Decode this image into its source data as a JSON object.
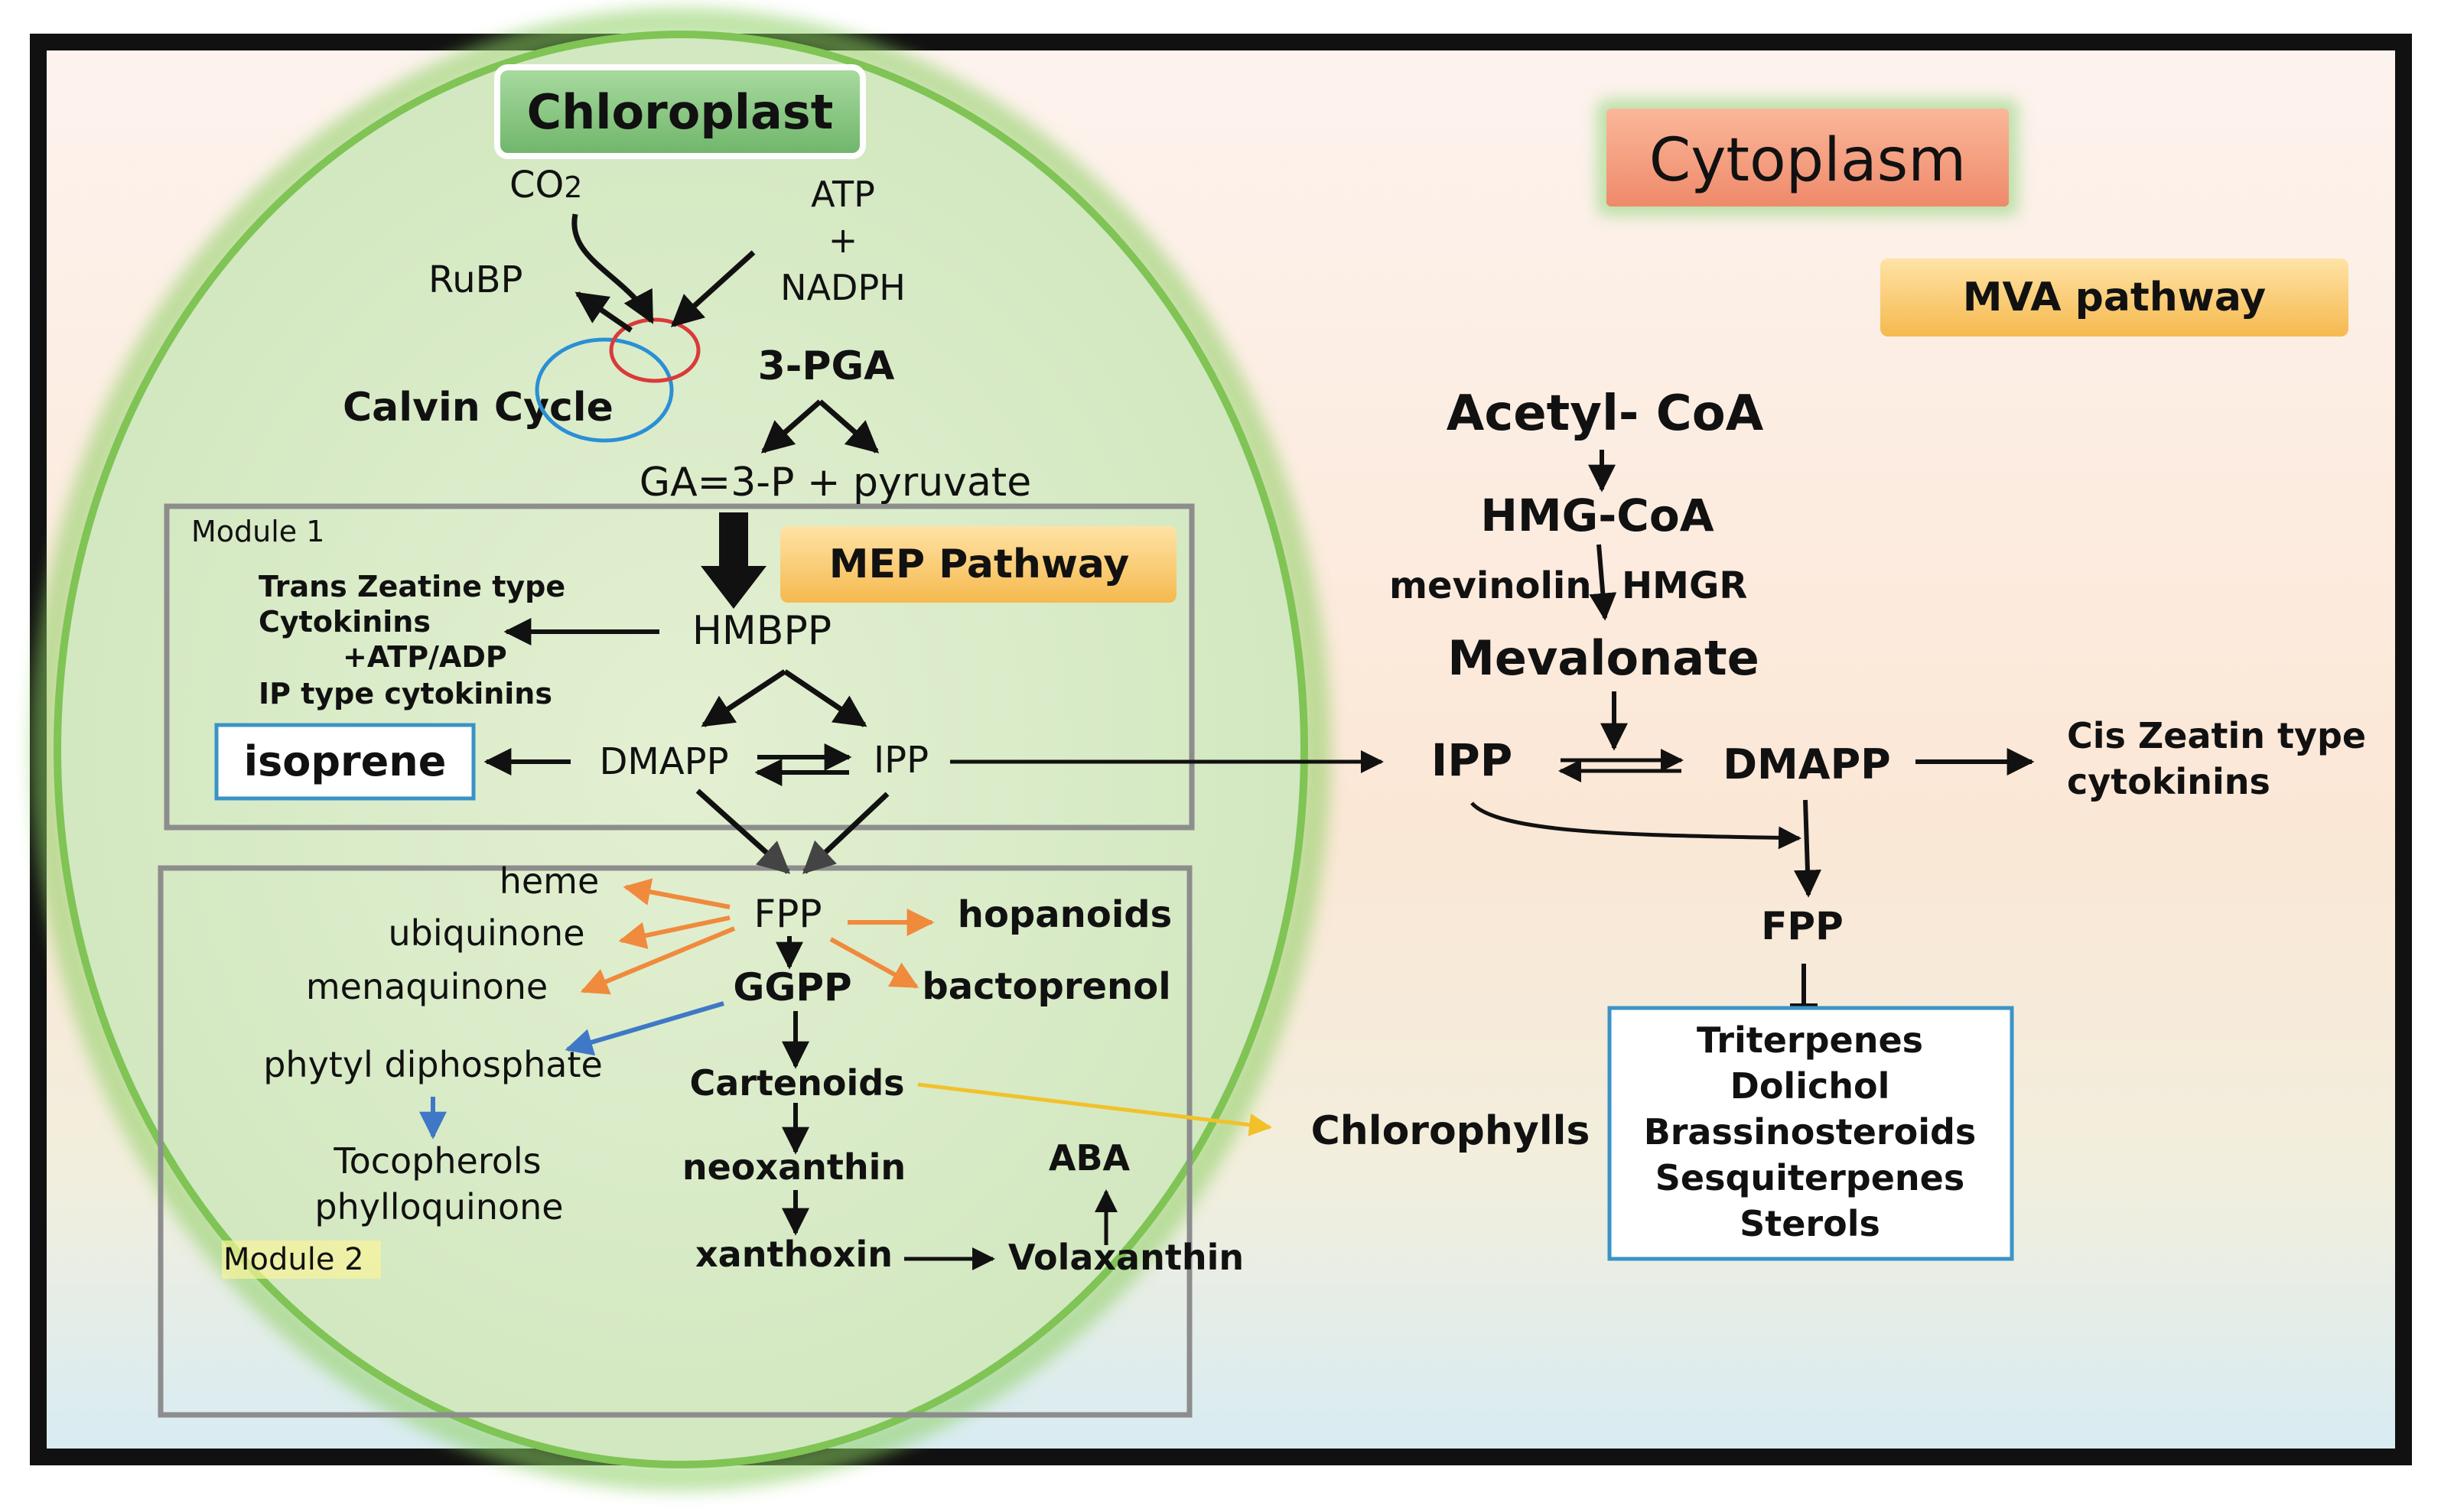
{
  "chloroplast": {
    "title": "Chloroplast",
    "co2": "CO",
    "co2_sub": "2",
    "atp": "ATP",
    "plus": "+",
    "nadph": "NADPH",
    "rubp": "RuBP",
    "calvin": "Calvin Cycle",
    "pga": "3-PGA",
    "ga3p": "GA=3-P + pyruvate"
  },
  "module1": {
    "label": "Module 1",
    "pathway": "MEP Pathway",
    "hmbpp": "HMBPP",
    "cyto_lines": [
      "Trans Zeatine type",
      "Cytokinins",
      "+ATP/ADP",
      "IP type cytokinins"
    ],
    "isoprene": "isoprene",
    "dmapp": "DMAPP",
    "ipp": "IPP"
  },
  "module2": {
    "label": "Module 2",
    "heme": "heme",
    "ubiquinone": "ubiquinone",
    "menaquinone": "menaquinone",
    "fpp": "FPP",
    "hopanoids": "hopanoids",
    "bactoprenol": "bactoprenol",
    "ggpp": "GGPP",
    "phytyl": "phytyl diphosphate",
    "tocopherols": "Tocopherols",
    "phylloquinone": "phylloquinone",
    "cartenoids": "Cartenoids",
    "neoxanthin": "neoxanthin",
    "xanthoxin": "xanthoxin",
    "volaxanthin": "Volaxanthin",
    "aba": "ABA"
  },
  "cytoplasm": {
    "title": "Cytoplasm",
    "pathway": "MVA pathway",
    "acetyl": "Acetyl- CoA",
    "hmgcoa": "HMG-CoA",
    "mevinolin": "mevinolin",
    "hmgr": "HMGR",
    "mevalonate": "Mevalonate",
    "ipp": "IPP",
    "dmapp": "DMAPP",
    "cis_lines": [
      "Cis Zeatin type",
      "cytokinins"
    ],
    "fpp": "FPP",
    "chlorophylls": "Chlorophylls",
    "products": [
      "Triterpenes",
      "Dolichol",
      "Brassinosteroids",
      "Sesquiterpenes",
      "Sterols"
    ]
  },
  "colors": {
    "orange_arrow": "#f08a3c",
    "blue_arrow": "#3f78c6",
    "yellow_arrow": "#f2c12a",
    "chloroplast_fill": "#d8ebc6",
    "chloroplast_border": "#8ccf62",
    "cytoplasm_badge": "#f49a7e",
    "pathway_badge": "#fbd27a"
  }
}
